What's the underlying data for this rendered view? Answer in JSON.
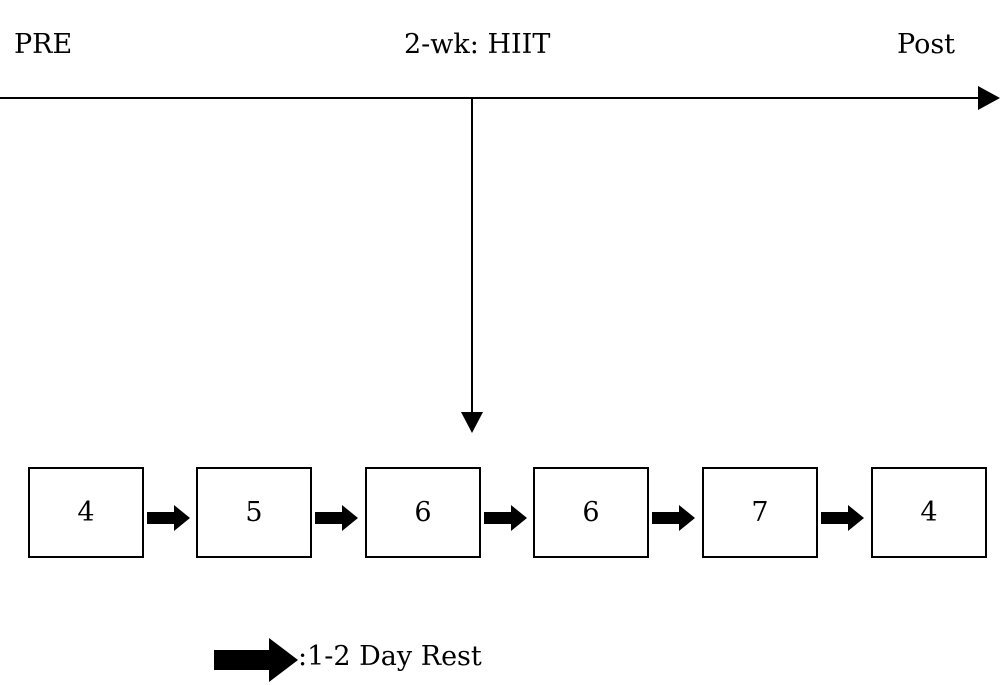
{
  "timeline": {
    "start_label": "PRE",
    "middle_label": "2-wk: HIIT",
    "end_label": "Post"
  },
  "sessions": [
    {
      "value": "4"
    },
    {
      "value": "5"
    },
    {
      "value": "6"
    },
    {
      "value": "6"
    },
    {
      "value": "7"
    },
    {
      "value": "4"
    }
  ],
  "legend": {
    "text": ":1-2 Day Rest",
    "icon": "thick-right-arrow-icon"
  },
  "colors": {
    "line": "#000000",
    "background": "#ffffff"
  }
}
